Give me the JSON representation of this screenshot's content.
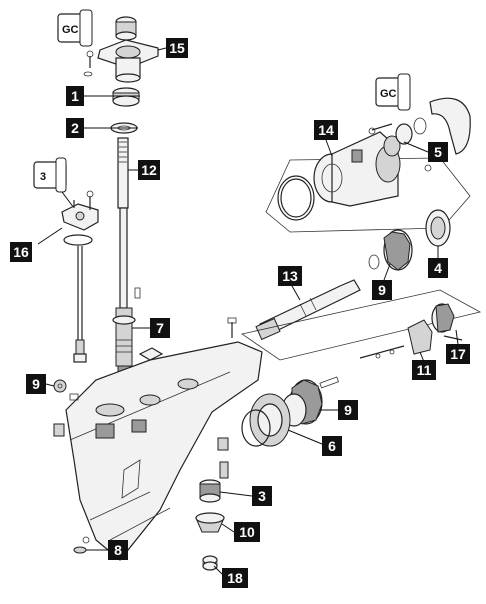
{
  "diagram": {
    "callouts": [
      {
        "id": "c15",
        "label": "15"
      },
      {
        "id": "c1",
        "label": "1"
      },
      {
        "id": "c2",
        "label": "2"
      },
      {
        "id": "c12",
        "label": "12"
      },
      {
        "id": "c16",
        "label": "16"
      },
      {
        "id": "c7",
        "label": "7"
      },
      {
        "id": "c9a",
        "label": "9"
      },
      {
        "id": "c14",
        "label": "14"
      },
      {
        "id": "c5",
        "label": "5"
      },
      {
        "id": "c4",
        "label": "4"
      },
      {
        "id": "c13",
        "label": "13"
      },
      {
        "id": "c9b",
        "label": "9"
      },
      {
        "id": "c17",
        "label": "17"
      },
      {
        "id": "c11",
        "label": "11"
      },
      {
        "id": "c9c",
        "label": "9"
      },
      {
        "id": "c6",
        "label": "6"
      },
      {
        "id": "c3",
        "label": "3"
      },
      {
        "id": "c10",
        "label": "10"
      },
      {
        "id": "c8",
        "label": "8"
      },
      {
        "id": "c18",
        "label": "18"
      }
    ],
    "icons": [
      {
        "name": "grease-icon-top",
        "text": "GC"
      },
      {
        "name": "grease-icon-right",
        "text": "GC"
      },
      {
        "name": "sealant-icon-left",
        "text": "3"
      }
    ]
  }
}
